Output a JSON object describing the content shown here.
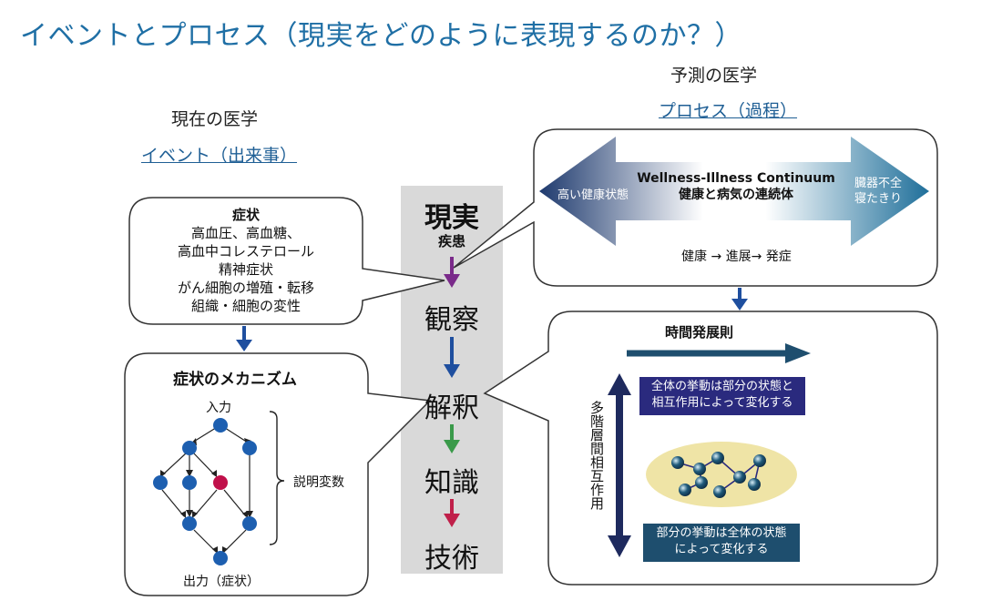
{
  "title": "イベントとプロセス（現実をどのように表現するのか？）",
  "left": {
    "header": "現在の医学",
    "subheader": "イベント（出来事）",
    "symptoms_box": {
      "title": "症状",
      "lines": [
        "高血圧、高血糖、",
        "高血中コレステロール",
        "精神症状",
        "がん細胞の増殖・転移",
        "組織・細胞の変性"
      ]
    },
    "mechanism_box": {
      "title": "症状のメカニズム",
      "input_label": "入力",
      "output_label": "出力（症状）",
      "variables_label": "説明変数"
    }
  },
  "center": {
    "reality": "現実",
    "disease": "疾患",
    "observation": "観察",
    "interpretation": "解釈",
    "knowledge": "知識",
    "technology": "技術"
  },
  "right": {
    "header": "予測の医学",
    "subheader": "プロセス（過程）",
    "continuum_box": {
      "left_label": "高い健康状態",
      "title_en": "Wellness-Illness Continuum",
      "title_jp": "健康と病気の連続体",
      "right_label_1": "臓器不全",
      "right_label_2": "寝たきり",
      "progression": "健康 → 進展→ 発症"
    },
    "time_box": {
      "title": "時間発展則",
      "whole_text_1": "全体の挙動は部分の状態と",
      "whole_text_2": "相互作用によって変化する",
      "part_text_1": "部分の挙動は全体の状態",
      "part_text_2": "によって変化する",
      "vertical_label": "多階層間相互作用"
    }
  },
  "colors": {
    "title": "#1f6fa5",
    "arrow_blue": "#1f4f9f",
    "arrow_purple": "#7a2a8a",
    "arrow_green": "#3a9a4a",
    "arrow_red": "#c0204a",
    "node_blue": "#1d5fb0",
    "node_red": "#c0104a",
    "whole_box": "#2a2a7e",
    "part_box": "#1e4e6e",
    "continuum_left": "#1e3a6e",
    "continuum_right": "#1f6f9a",
    "ellipse": "#efe4a6"
  }
}
